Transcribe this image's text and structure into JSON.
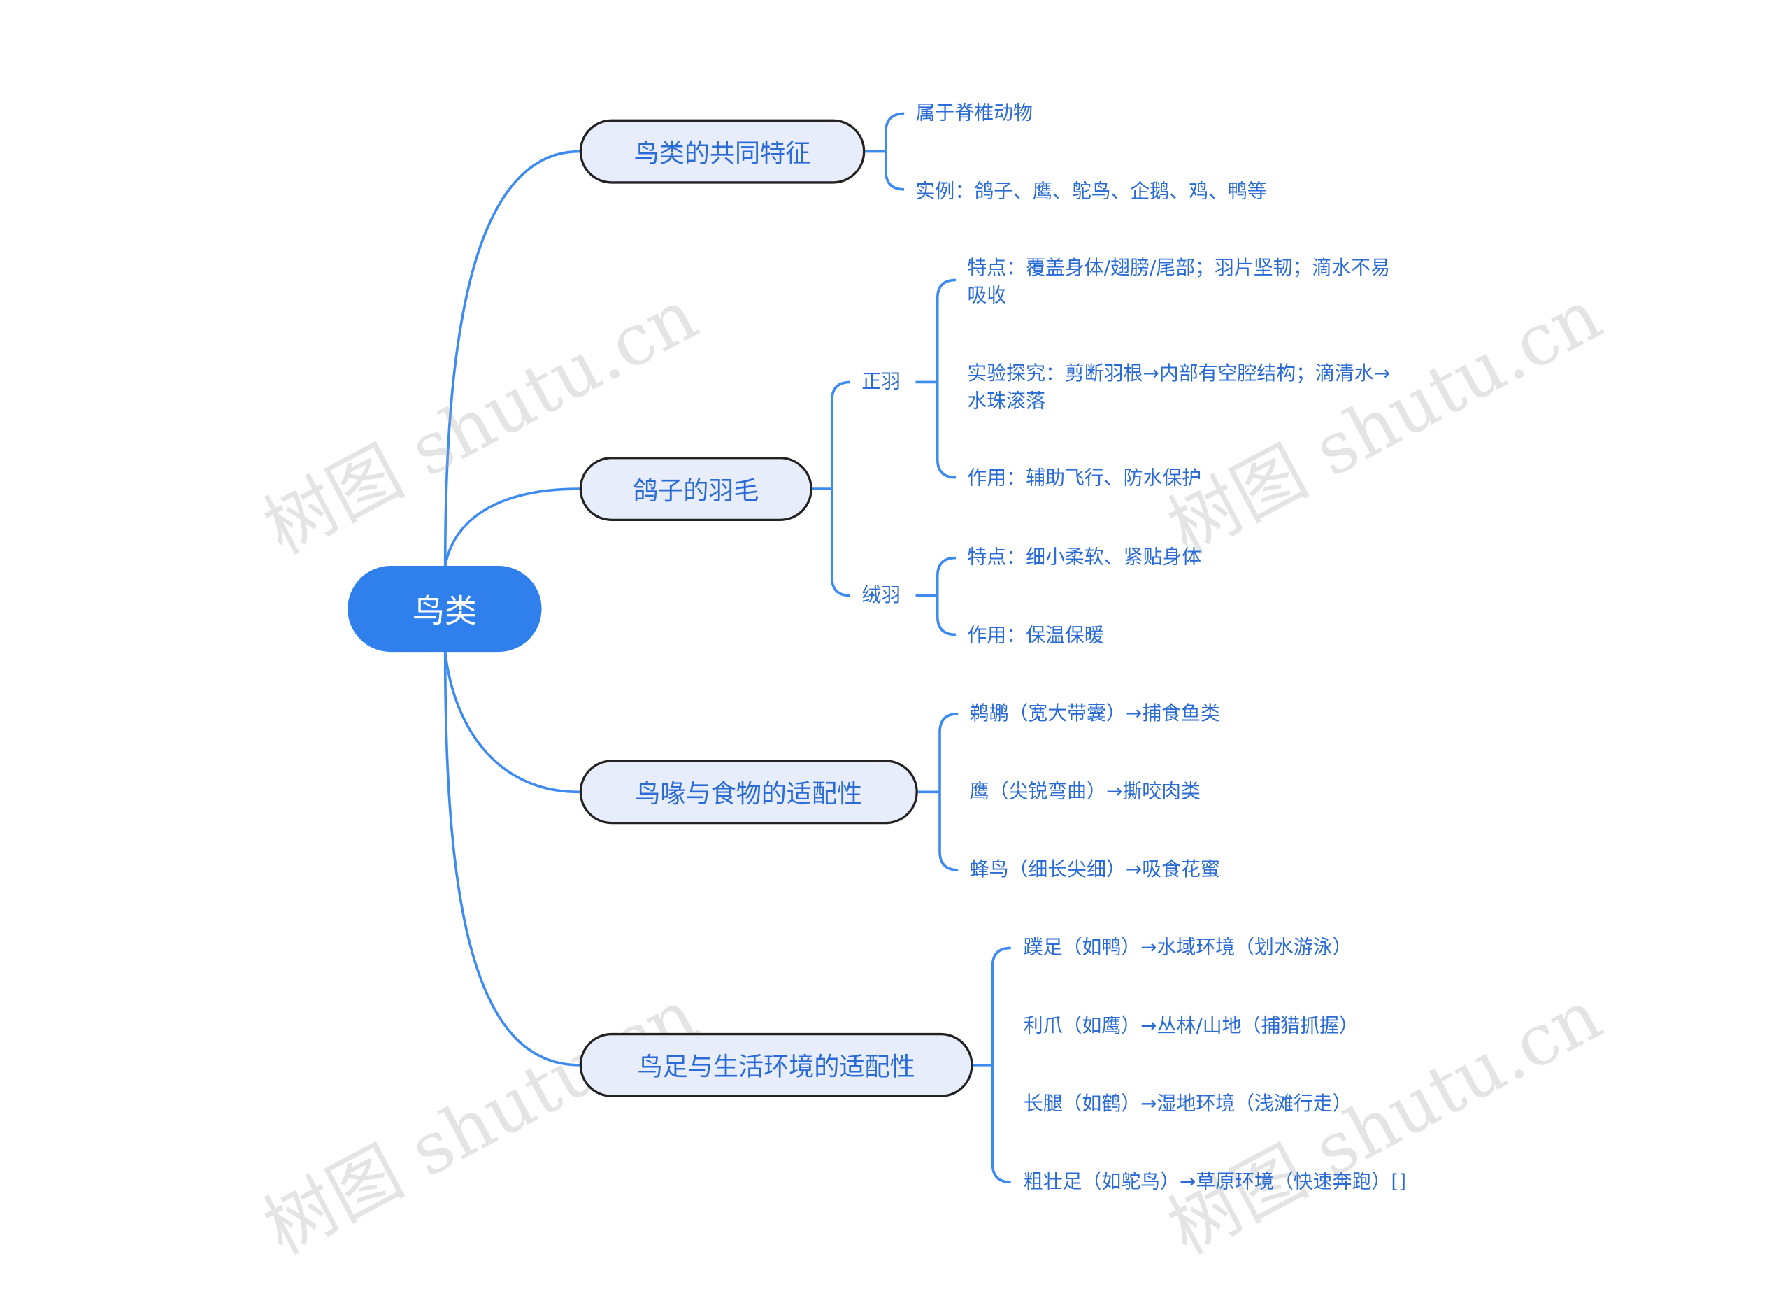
{
  "root": {
    "label": "鸟类"
  },
  "branches": [
    {
      "label": "鸟类的共同特征",
      "leaves": [
        "属于脊椎动物",
        "实例：鸽子、鹰、鸵鸟、企鹅、鸡、鸭等"
      ]
    },
    {
      "label": "鸽子的羽毛",
      "subs": [
        {
          "label": "正羽",
          "leaves": [
            "特点：覆盖身体/翅膀/尾部；羽片坚韧；滴水不易吸收",
            "实验探究：剪断羽根→内部有空腔结构；滴清水→水珠滚落",
            "作用：辅助飞行、防水保护"
          ]
        },
        {
          "label": "绒羽",
          "leaves": [
            "特点：细小柔软、紧贴身体",
            "作用：保温保暖"
          ]
        }
      ]
    },
    {
      "label": "鸟喙与食物的适配性",
      "leaves": [
        "鹈鹕（宽大带囊）→捕食鱼类",
        "鹰（尖锐弯曲）→撕咬肉类",
        "蜂鸟（细长尖细）→吸食花蜜"
      ]
    },
    {
      "label": "鸟足与生活环境的适配性",
      "leaves": [
        "蹼足（如鸭）→水域环境（划水游泳）",
        "利爪（如鹰）→丛林/山地（捕猎抓握）",
        "长腿（如鹤）→湿地环境（浅滩行走）",
        "粗壮足（如鸵鸟）→草原环境（快速奔跑）[]"
      ]
    }
  ],
  "watermark": "树图 shutu.cn",
  "colors": {
    "root_fill": "#2f80ed",
    "branch_fill": "#e8edfb",
    "connector": "#3d8af0",
    "text": "#2a6bd6"
  }
}
